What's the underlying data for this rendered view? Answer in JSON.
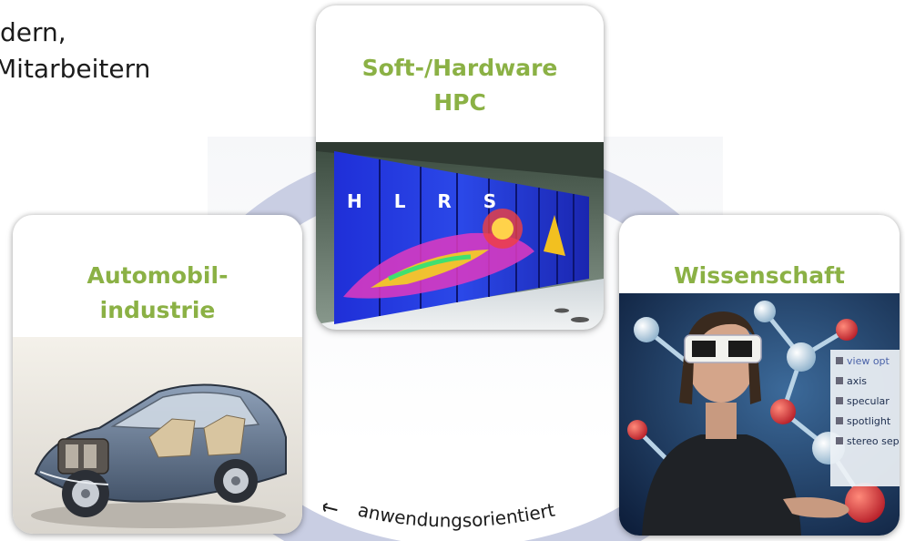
{
  "top_text": {
    "line1": "dern,",
    "line2": "Mitarbeitern"
  },
  "cards": {
    "hpc": {
      "title_line1": "Soft-/Hardware",
      "title_line2": "HPC",
      "image_lettering": "H L R S"
    },
    "auto": {
      "title_line1": "Automobil-",
      "title_line2": "industrie"
    },
    "wiss": {
      "title": "Wissenschaft",
      "menu_items": [
        "view opt",
        "axis",
        "specular",
        "spotlight",
        "stereo sep"
      ]
    }
  },
  "cycle": {
    "arrow_label": "anwendungsorientiert",
    "arrow_glyph": "←"
  },
  "colors": {
    "title_green": "#8bb145",
    "ring": "#c9cee3",
    "text": "#1c1c1c"
  }
}
